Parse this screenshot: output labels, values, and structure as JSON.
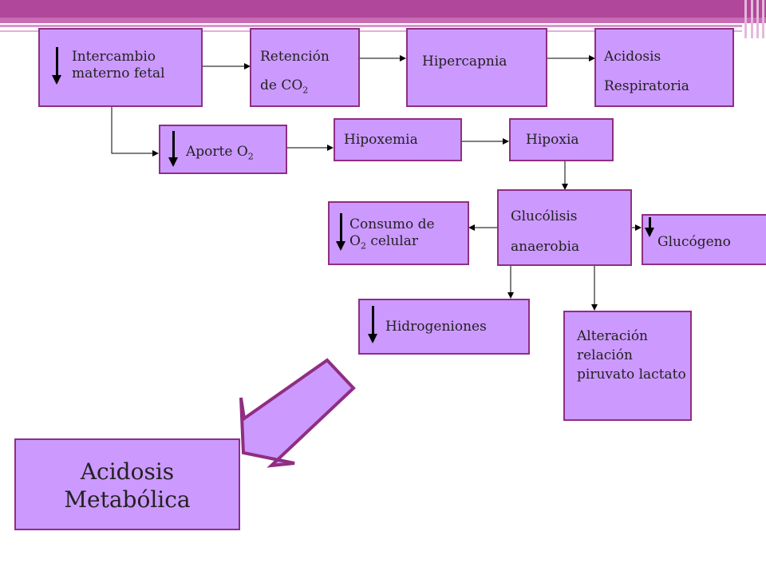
{
  "nodes": {
    "intercambio": {
      "line1": "Intercambio",
      "line2": "materno fetal"
    },
    "retencion": {
      "line1": "Retención",
      "line2": "de CO",
      "sub": "2"
    },
    "hipercapnia": {
      "label": "Hipercapnia"
    },
    "acidosis_resp": {
      "line1": "Acidosis",
      "line2": "Respiratoria"
    },
    "aporte": {
      "label": "Aporte O",
      "sub": "2"
    },
    "hipoxemia": {
      "label": "Hipoxemia"
    },
    "hipoxia": {
      "label": "Hipoxia"
    },
    "consumo": {
      "line1": "Consumo de",
      "line2": "O",
      "sub": "2",
      "line2_rest": " celular"
    },
    "glucolisis": {
      "line1": "Glucólisis",
      "line2": "anaerobia"
    },
    "glucogeno": {
      "label": "Glucógeno"
    },
    "hidrogeniones": {
      "label": "Hidrogeniones"
    },
    "alteracion": {
      "line1": "Alteración",
      "line2": "relación",
      "line3": "piruvato lactato"
    },
    "acidosis_met": {
      "line1": "Acidosis",
      "line2": "Metabólica"
    }
  },
  "colors": {
    "box_fill": "#cc99ff",
    "box_border": "#8f2e82",
    "header": "#b0479a",
    "big_arrow_fill": "#cc99ff",
    "big_arrow_border": "#8f2e82"
  }
}
